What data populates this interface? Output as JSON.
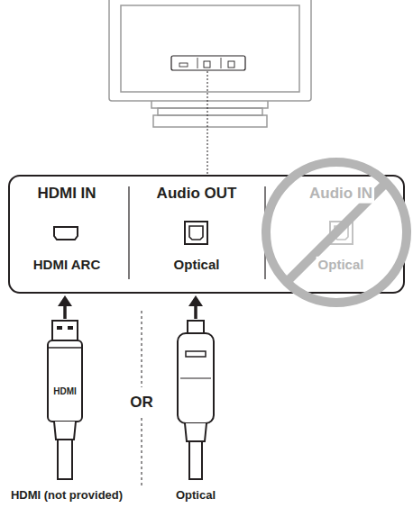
{
  "diagram": {
    "labels": [
      "HDMI IN",
      "Audio OUT",
      "Audio IN",
      "HDMI ARC",
      "Optical",
      "Optical",
      "HDMI",
      "OR",
      "HDMI (not provided)",
      "Optical"
    ]
  }
}
